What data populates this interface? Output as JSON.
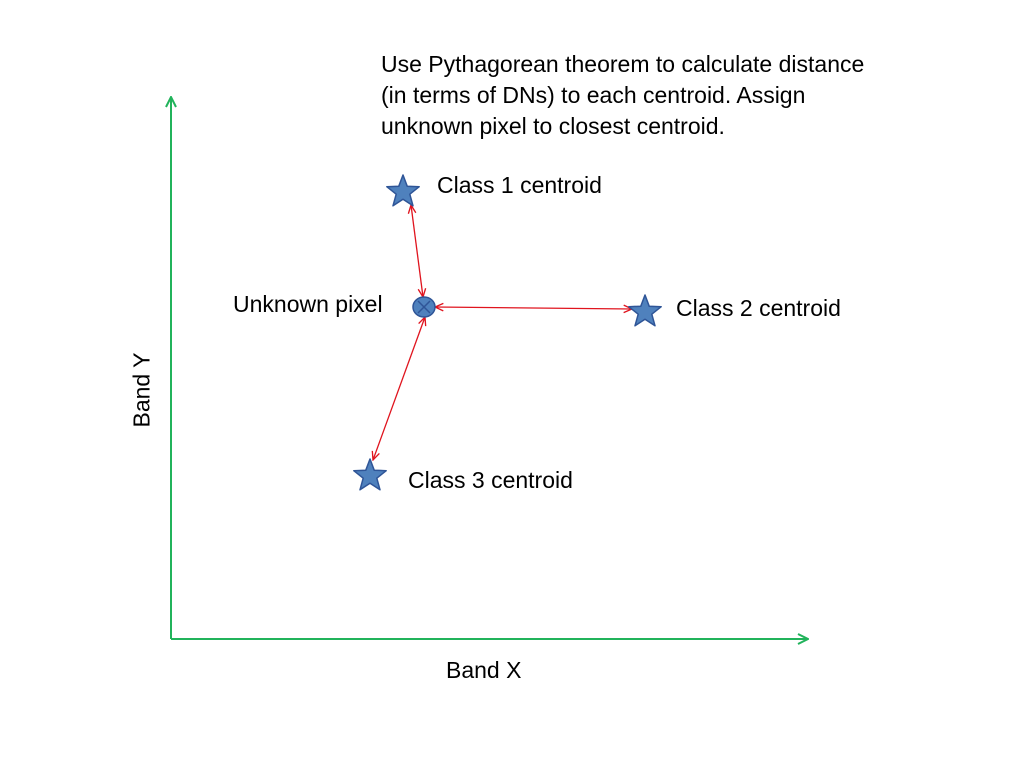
{
  "instruction": {
    "lines": [
      "Use Pythagorean theorem to calculate distance",
      "(in terms of DNs) to each centroid.  Assign",
      "unknown pixel to closest centroid."
    ]
  },
  "axes": {
    "x_label": "Band X",
    "y_label": "Band Y",
    "color": "#21b35b"
  },
  "unknown_pixel": {
    "label": "Unknown pixel",
    "color": "#4f81bd"
  },
  "centroids": [
    {
      "label": "Class 1 centroid"
    },
    {
      "label": "Class 2 centroid"
    },
    {
      "label": "Class 3 centroid"
    }
  ],
  "colors": {
    "centroid_fill": "#4f81bd",
    "centroid_stroke": "#2f5597",
    "distance_arrow": "#e0141e"
  },
  "icons": {
    "centroid": "star-icon",
    "unknown_pixel": "crossed-circle-icon"
  }
}
